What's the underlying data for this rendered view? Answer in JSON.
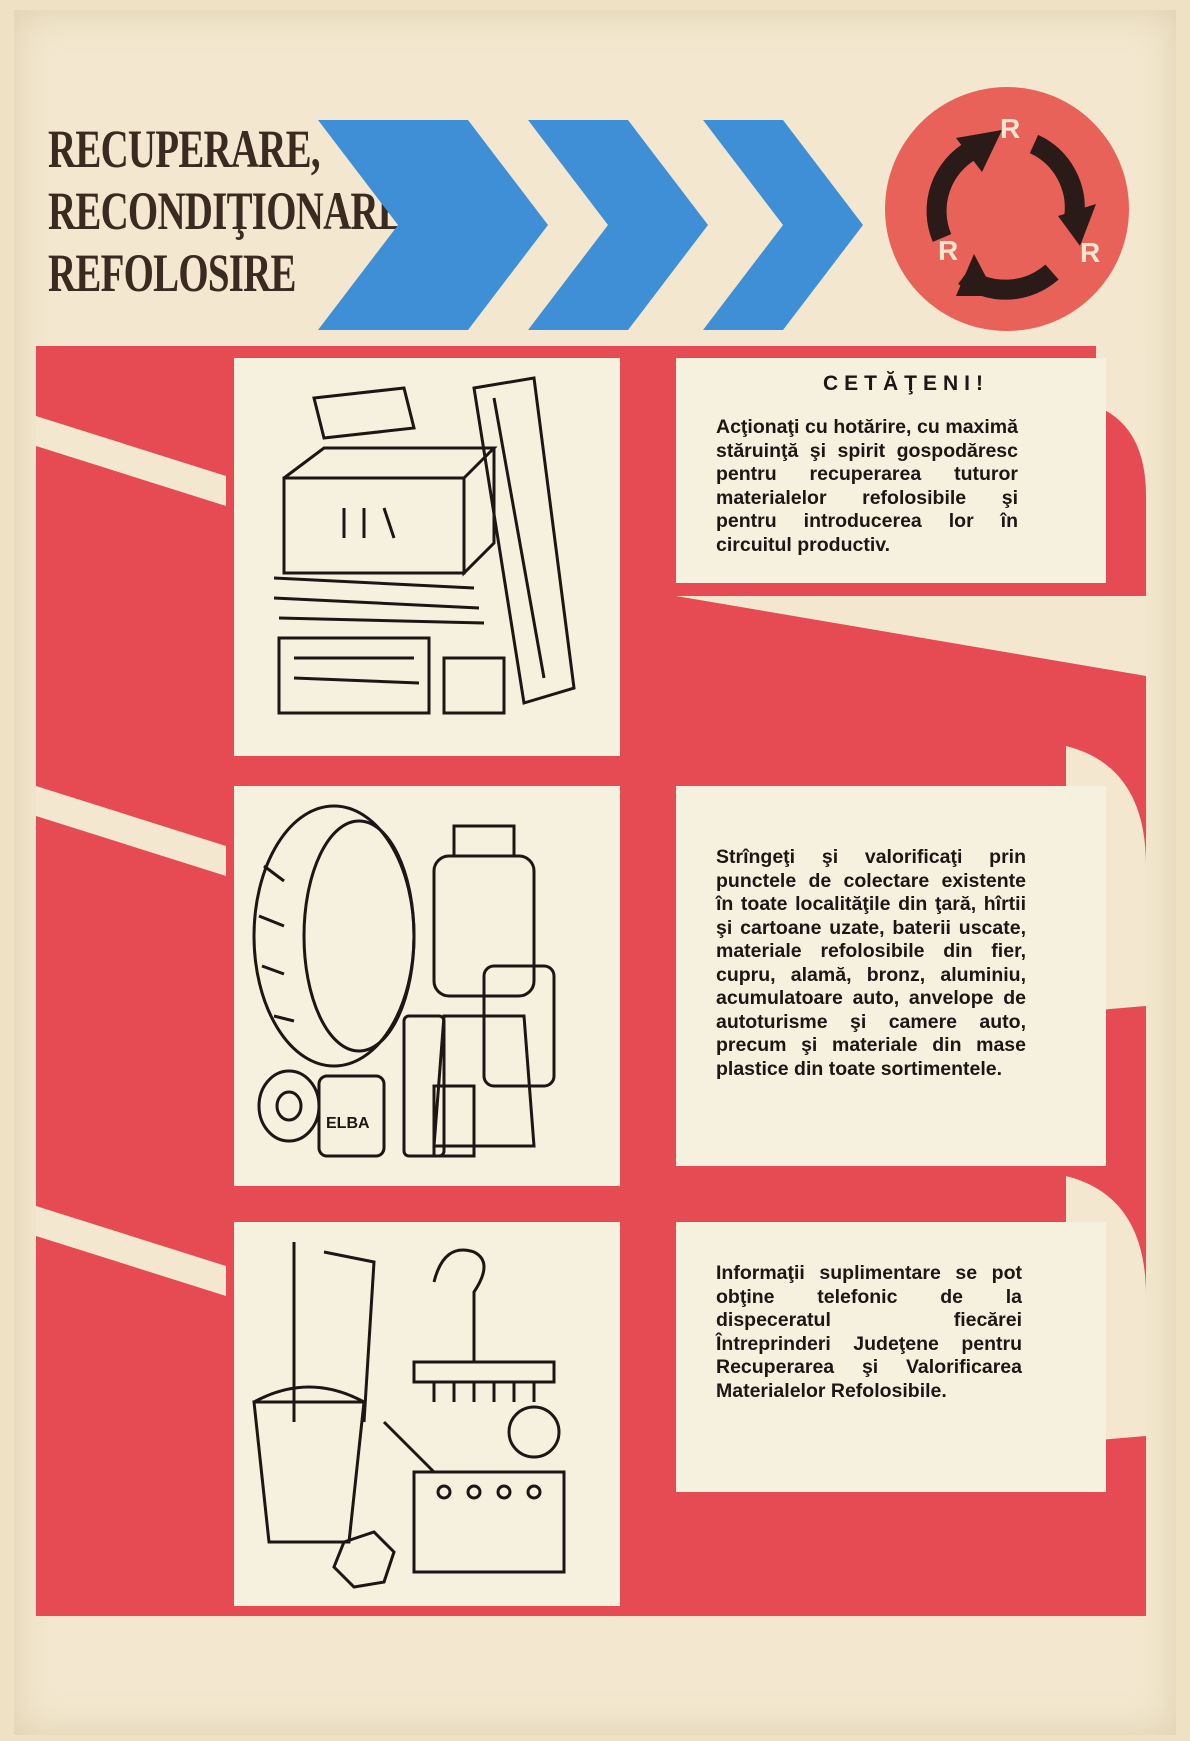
{
  "header": {
    "title_lines": [
      "RECUPERARE,",
      "RECONDIŢIONARE",
      "REFOLOSIRE"
    ]
  },
  "logo": {
    "letters": [
      "R",
      "R",
      "R"
    ],
    "icon": "recycle-arrows-icon"
  },
  "panels": [
    {
      "title": "CETĂŢENI!",
      "text": "Acţionaţi cu hotărire, cu maximă stăruinţă şi spirit gospodăresc pentru recuperarea tuturor materialelor refolosibile şi pentru introducerea lor în circuitul productiv.",
      "illustration": "paper-cardboard-illustration"
    },
    {
      "text": "Strîngeţi şi valorificaţi prin punctele de colectare existente în toate localităţile din ţară, hîrtii şi cartoane uzate, baterii uscate, materiale refolosibile din fier, cupru, alamă, bronz, aluminiu, acumulatoare auto, anvelope de autoturisme şi camere auto, precum şi materiale din mase plastice din toate sortimentele.",
      "illustration": "tire-plastics-illustration",
      "label": "ELBA"
    },
    {
      "text": "Informaţii suplimentare se pot obţine telefonic de la dispeceratul fiecărei Întreprinderi Judeţene pentru Recuperarea şi Valorificarea Materialelor Refolosibile.",
      "illustration": "scrap-metal-illustration"
    }
  ],
  "colors": {
    "red": "#e64a52",
    "blue": "#3e8fd6",
    "paper": "#f3e8cf",
    "ink": "#1c1614"
  }
}
